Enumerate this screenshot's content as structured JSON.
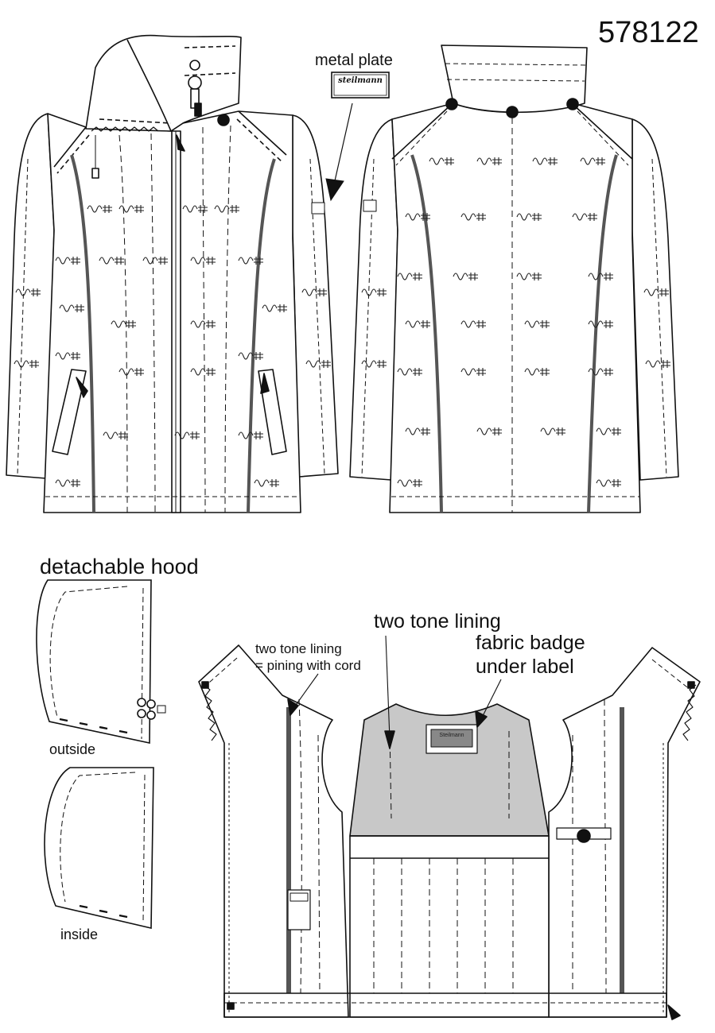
{
  "sheet": {
    "style_number": "578122",
    "metal_plate_label": "metal plate",
    "plate_brand": "steilmann",
    "hood": {
      "title": "detachable hood",
      "outside_label": "outside",
      "inside_label": "inside"
    },
    "lining": {
      "title": "two tone lining",
      "piping_line1": "two tone lining",
      "piping_line2": "= pining with cord",
      "badge_line1": "fabric badge",
      "badge_line2": "under label",
      "badge_brand": "Steilmann"
    }
  },
  "colors": {
    "line": "#111111",
    "lining_fill": "#c8c8c8",
    "piping": "#555555",
    "paper": "#ffffff"
  }
}
